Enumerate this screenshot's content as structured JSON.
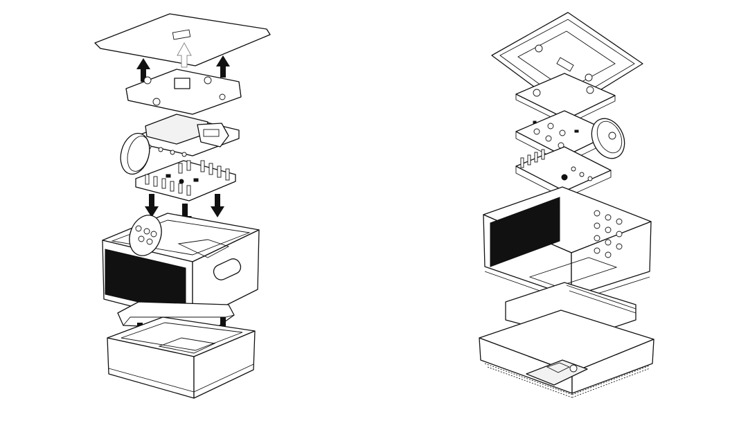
{
  "figure": {
    "left_view": "exploded-front-view",
    "right_view": "exploded-rear-view",
    "colors": {
      "line": "#111111",
      "fill": "#ffffff",
      "display": "#111111",
      "ghost_arrow": "#888888"
    },
    "arrows": {
      "up": 2,
      "down_board": 3,
      "down_base": 3,
      "ghost_up": 1
    }
  }
}
